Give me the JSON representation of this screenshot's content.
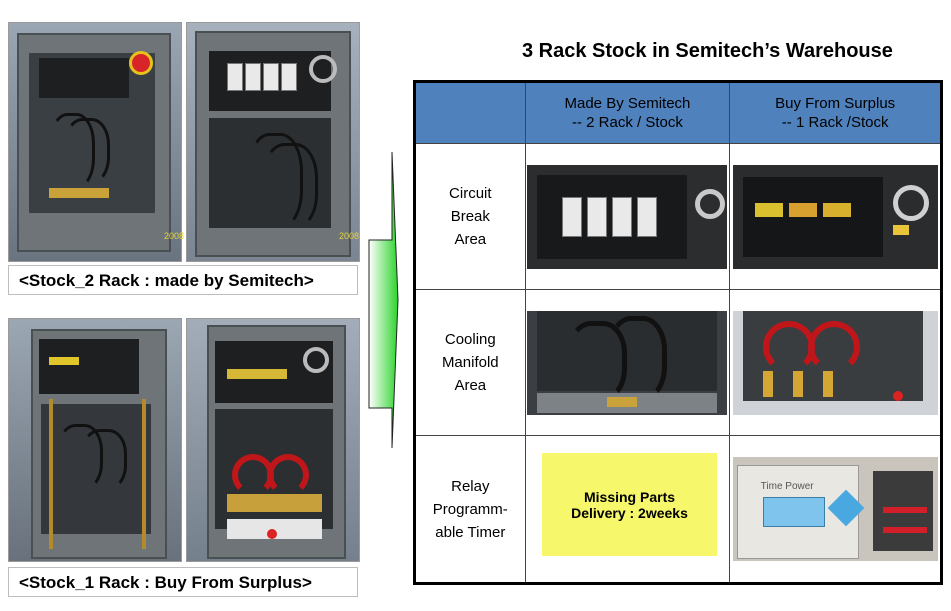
{
  "title": "3 Rack Stock in Semitech’s Warehouse",
  "left_panel": {
    "photo_stamp": "2008",
    "caption_top": "<Stock_2 Rack : made by Semitech>",
    "caption_bottom": "<Stock_1 Rack : Buy From Surplus>"
  },
  "table": {
    "headers": [
      "",
      "Made By Semitech\n-- 2 Rack / Stock",
      "Buy From Surplus\n-- 1 Rack /Stock"
    ],
    "rows": [
      {
        "label": "Circuit\nBreak\nArea"
      },
      {
        "label": "Cooling\nManifold\nArea"
      },
      {
        "label": "Relay\nProgramm-\nable Timer"
      }
    ],
    "missing_note": {
      "line1": "Missing Parts",
      "line2": "Delivery : 2weeks"
    },
    "timer_brand": "Time Power"
  },
  "colors": {
    "header_bg": "#4f81bd",
    "note_bg": "#f7f76b",
    "arrow_green": "#2bd42b"
  }
}
